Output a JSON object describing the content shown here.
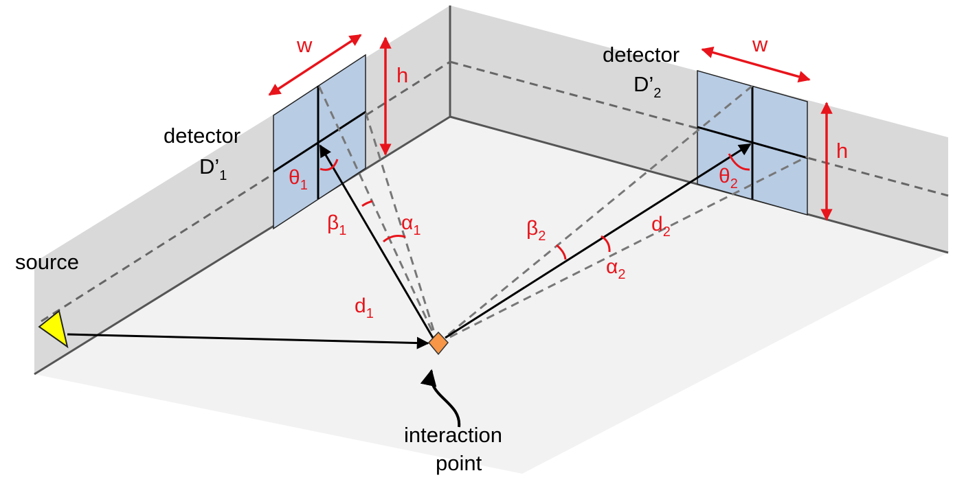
{
  "labels": {
    "source": "source",
    "interaction_line1": "interaction",
    "interaction_line2": "point",
    "detector1_word": "detector",
    "detector1_name": "D’",
    "detector1_sub": "1",
    "detector2_word": "detector",
    "detector2_name": "D’",
    "detector2_sub": "2"
  },
  "dims": {
    "w1": "w",
    "h1": "h",
    "w2": "w",
    "h2": "h"
  },
  "symbols": {
    "theta1": "θ",
    "theta1_sub": "1",
    "beta1": "β",
    "beta1_sub": "1",
    "alpha1": "α",
    "alpha1_sub": "1",
    "d1": "d",
    "d1_sub": "1",
    "theta2": "θ",
    "theta2_sub": "2",
    "beta2": "β",
    "beta2_sub": "2",
    "alpha2": "α",
    "alpha2_sub": "2",
    "d2": "d",
    "d2_sub": "2"
  },
  "colors": {
    "annotation": "#e8141b",
    "detector_fill": "#b8cce4",
    "source_fill": "#ffff00",
    "interaction_fill": "#f79646",
    "floor": "#f2f2f2",
    "wall": "#d9d9d9"
  }
}
